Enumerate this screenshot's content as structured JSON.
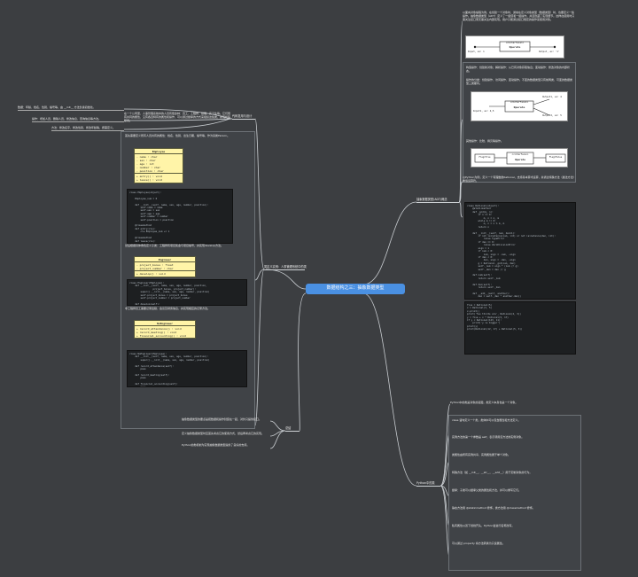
{
  "root": {
    "label": "数据结构之三：抽象数据类型"
  },
  "branches": {
    "right_top": "抽象数据类型(ADT)概念",
    "left_mid": "类定义实例：人事管理系统中的类",
    "left_low": "总结",
    "right_low": "Python中的类",
    "left_top": "代码复用与设计",
    "left_oop": "方案设计"
  },
  "notes": {
    "adt_intro": "以面向对象编程为例，在创建一个对象时，通常在定义对象类型（数据类型）时，也要定义一些操作。抽象数据类型（ADT）定义了一组值和一组操作，并且隐藏了实现细节。这样在使用时只需关注接口而无需关注内部实现。用户只能通过接口规定的操作来使用对象。",
    "adt_op1": "构造操作：创建新对象；解析操作：从已有对象获取信息；变动操作：修改对象的内部状态。",
    "adt_op2": "操作的分类：创建操作、访问操作、变动操作。不变的数据类型只有前两类，可变的数据类型三类都有。",
    "adt_op3": "其他操作：比较、拷贝等操作。",
    "adt_code_intro": "以Python为例，定义一个有理数类Rational，支持基本算术运算，并通过特殊方法（魔法方法）重载运算符。",
    "people_intro": "首先需要定义所有人员共有的属性：姓名、性别、出生日期、编号等，作为基类Person。",
    "engineer_intro": "然后根据具体角色定义子类：工程师有项目奖金与项目编号，并实现develop方法。",
    "noengineer_intro": "非工程师员工需要记录出勤、会议及财务信息，并实现相应的记录方法。",
    "summary_1": "抽象数据类型的要点是把数据和操作封装在一起，对外只提供接口。",
    "summary_2": "定义抽象数据类型时应首先考虑它的使用方式，然后再考虑它的实现。",
    "summary_3": "Python的类机制为实现抽象数据类型提供了良好的支持。",
    "left_note_1": "数据：年龄、姓名、性别、编号等，由 __init__ 方法负责初始化。",
    "left_note_2": "操作：增加人员、删除人员、修改信息、查询信息等方法。",
    "left_note_3": "方法：修改名字、修改性别、修改年龄等，按需定义。",
    "left_top_note": "在一个公司里，人事管理系统中的人员有很多种：员工、工程师、经理、实习生等。它们既有共同的属性，又有各自特有的属性和操作，可以通过继承的方式来组织这些类，实现代码复用。",
    "python_class_1": "Python中的类是对象的蓝图，类定义本身也是一个对象。",
    "python_class_2": "class 语句定义一个类，类体中可以包含属性和方法定义。",
    "python_class_3": "实例方法的第一个参数是 self，表示调用该方法的实例对象。",
    "python_class_4": "类属性由所有实例共享，实例属性属于单个对象。",
    "python_class_5": "特殊方法（如 __init__、__str__、__add__）用于定制对象的行为。",
    "python_class_6": "继承：子类可以继承父类的属性和方法，并可以重写它们。",
    "python_class_7": "静态方法用 @staticmethod 修饰，类方法用 @classmethod 修饰。",
    "python_class_8": "私有属性以双下划线开头，Python会进行名称改写。",
    "python_class_9": "可以通过 property 将方法转换为只读属性。"
  },
  "diagram": {
    "interface_label": "<<interface>>",
    "operate_label": "Operate",
    "input_label": "Input, ex: 1",
    "output_label": "Output, ex: '1'",
    "input2_label": "Input1, ex: 4,5",
    "output_a": "Output1, ex: 4",
    "output_b": "Output2, ex: 5",
    "flag_true": "Flag=True",
    "flag_false": "Flag=False"
  },
  "uml": {
    "employee": {
      "title": "Employee",
      "attrs": "- name : char\n- sex : char\n- age : int\n- number : char\n- position : char",
      "ops": "+ entry() : void\n+ leave() : void"
    },
    "engineer": {
      "title": "Engineer",
      "attrs": "- project_bonus : float\n- project_number : char",
      "ops": "+ develop() : void"
    },
    "noengineer": {
      "title": "NoEngineer",
      "attrs": "",
      "ops": "+ record_attendance() : void\n+ record_meeting() : void\n+ financial_accounting() : void"
    }
  },
  "code": {
    "employee": "class Employee(object):\n\n    Employee_num = 0\n\n    def __init__(self, name, sex, age, number, position):\n        self.name = name\n        self.sex = sex\n        self.age = age\n        self.number = number\n        self.position = position\n\n    @classmethod\n    def entry(cls):\n        cls.Employee_num += 1\n\n    @classmethod\n    def leave(cls):\n        if cls.Employee_num > 0:\n            cls.Employee_num -= 1",
    "engineer": "class Engineer(Employee):\n    def __init__(self, name, sex, age, number, position,\n                 project_bonus, project_number):\n        super().__init__(name, sex, age, number, position)\n        self.project_bonus = project_bonus\n        self.project_number = project_number\n\n    def develop(self):\n        pass",
    "noengineer": "class NoEngineer(Employee):\n    def __init__(self, name, sex, age, number, position):\n        super().__init__(name, sex, age, number, position)\n\n    def record_attendance(self):\n        pass\n\n    def record_meeting(self):\n        pass\n\n    def financial_accounting(self):\n        pass",
    "rational": "class Rational(object):\n    @staticmethod\n    def _gcd(m, n):\n        if n == 0:\n            m, n = n, m\n        while m != 0:\n            m, n = n % m, m\n        return n\n\n    def __init__(self, num, den=1):\n        if not isinstance(num, int) or not isinstance(den, int):\n            raise TypeError\n        if den == 0:\n            raise ZeroDivisionError\n        sign = 1\n        if num < 0:\n            num, sign = -num, -sign\n        if den < 0:\n            den, sign = -den, -sign\n        g = Rational._gcd(num, den)\n        self._num = sign * (num // g)\n        self._den = den // g\n\n    def num(self):\n        return self._num\n\n    def den(self):\n        return self._den\n\n    def __add__(self, another):\n        den = self._den * another.den()\n        num = (self._num * another.den() +\n               self._den * another.num())\n        return Rational(num, den)\n\n    def __mul__(self, another):\n        return Rational(self._num * another.num(),\n                        self._den * another.den())\n\n    def __floordiv__(self, another):\n        if another.num() == 0:\n            raise ZeroDivisionError\n        return Rational(self._num * another.den(),\n                        self._den * another.num())\n\n    def __eq__(self, another):\n        return self._num * another.den() == self._den * another.num()\n\n    def __lt__(self, another):\n        return self._num * another.den() < self._den * another.num()\n\n    def __str__(self):\n        return str(self._num) + '/' + str(self._den)\n\n    def print(self):\n        print(self._num, '/', self._den)",
    "rational_test": "five = Rational(5)\nx = Rational(3, 5)\nx.print()\nprint('Two thirds are', Rational(2, 3))\ny = five + x * Rational(5, 17)\nif y < Rational(123, 11):\n    print('y is bigger')\nprint(y)\nprint(Rational(12, 17) + Rational(5, 3))"
  }
}
